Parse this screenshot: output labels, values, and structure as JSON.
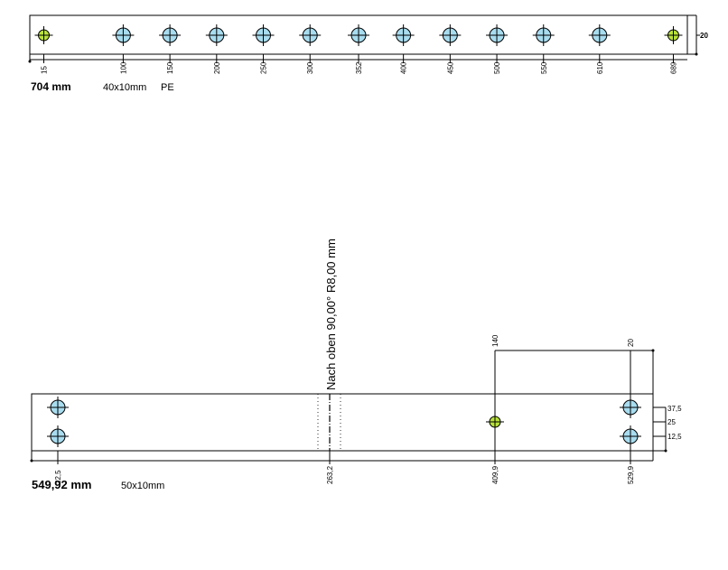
{
  "bar1": {
    "length_label": "704 mm",
    "profile": "40x10mm",
    "material": "PE",
    "height_dim": "20",
    "positions": [
      "15",
      "100",
      "150",
      "200",
      "250",
      "300",
      "352",
      "400",
      "450",
      "500",
      "550",
      "610",
      "689"
    ],
    "hole_kinds": [
      "green",
      "blue",
      "blue",
      "blue",
      "blue",
      "blue",
      "blue",
      "blue",
      "blue",
      "blue",
      "blue",
      "blue",
      "green"
    ]
  },
  "bar2": {
    "length_label": "549,92 mm",
    "profile": "50x10mm",
    "bend_label": "Nach oben 90,00° R8,00 mm",
    "positions": [
      "22,5",
      "263,2",
      "409,9",
      "529,9"
    ],
    "top_dims": [
      "140",
      "20"
    ],
    "right_dims": [
      "37,5",
      "25",
      "12,5"
    ]
  },
  "colors": {
    "hole_blue": "#a8dcef",
    "hole_green": "#b8e23a",
    "line": "#000000"
  }
}
